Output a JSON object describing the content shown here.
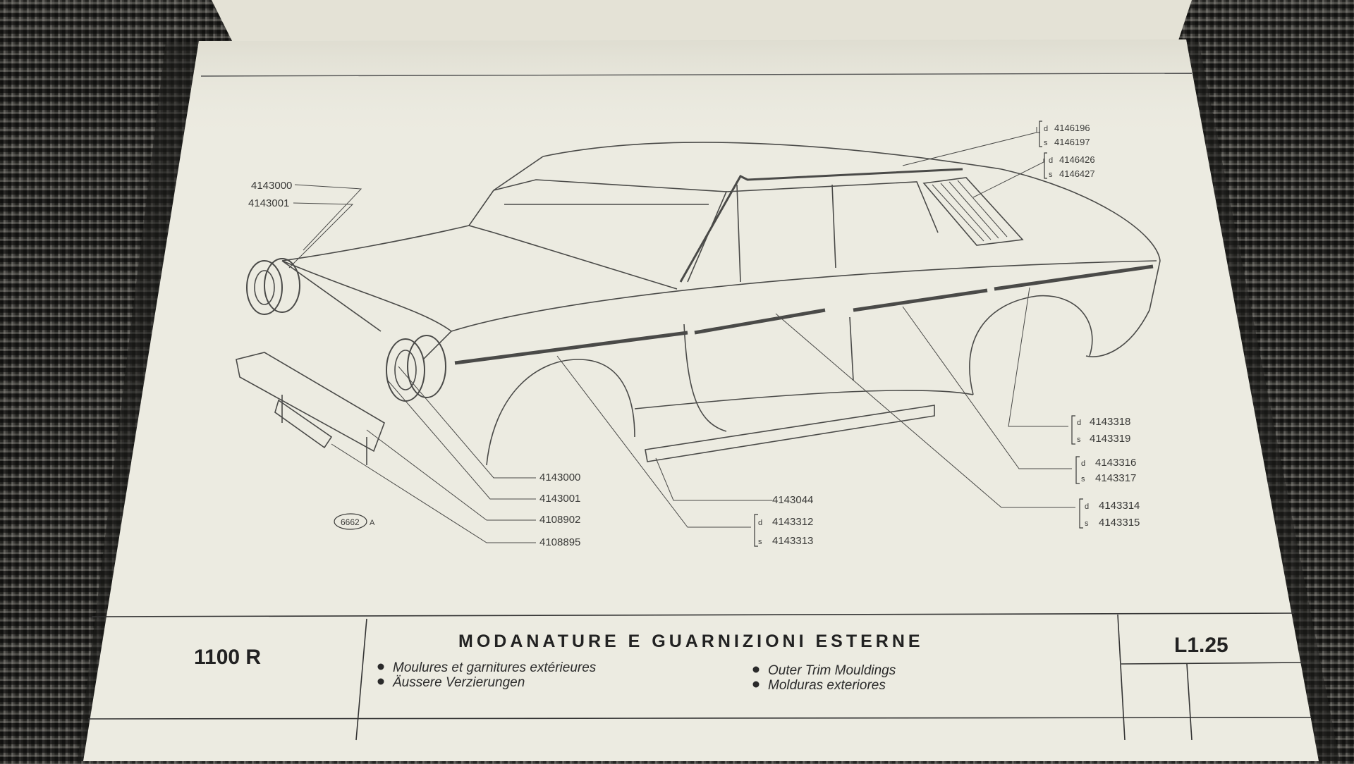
{
  "document": {
    "model": "1100 R",
    "table_code": "L1.25",
    "title": "MODANATURE E GUARNIZIONI ESTERNE",
    "subtitles": [
      "Moulures et garnitures extérieures",
      "Äussere Verzierungen",
      "Outer Trim Mouldings",
      "Molduras exteriores"
    ],
    "figure_ref": "6662",
    "figure_ref_suffix": "A",
    "part_numbers": {
      "left_top": [
        "4143000",
        "4143001"
      ],
      "left_bottom": [
        "4143000",
        "4143001",
        "4108902",
        "4108895"
      ],
      "bottom_single": "4143044",
      "bottom_pair": {
        "d": "4143312",
        "s": "4143313"
      },
      "right_top_1": {
        "d": "4146196",
        "s": "4146197"
      },
      "right_top_2": {
        "d": "4146426",
        "s": "4146427"
      },
      "right_1": {
        "d": "4143318",
        "s": "4143319"
      },
      "right_2": {
        "d": "4143316",
        "s": "4143317"
      },
      "right_3": {
        "d": "4143314",
        "s": "4143315"
      }
    },
    "side_prefix": {
      "right": "d",
      "left": "s"
    }
  }
}
